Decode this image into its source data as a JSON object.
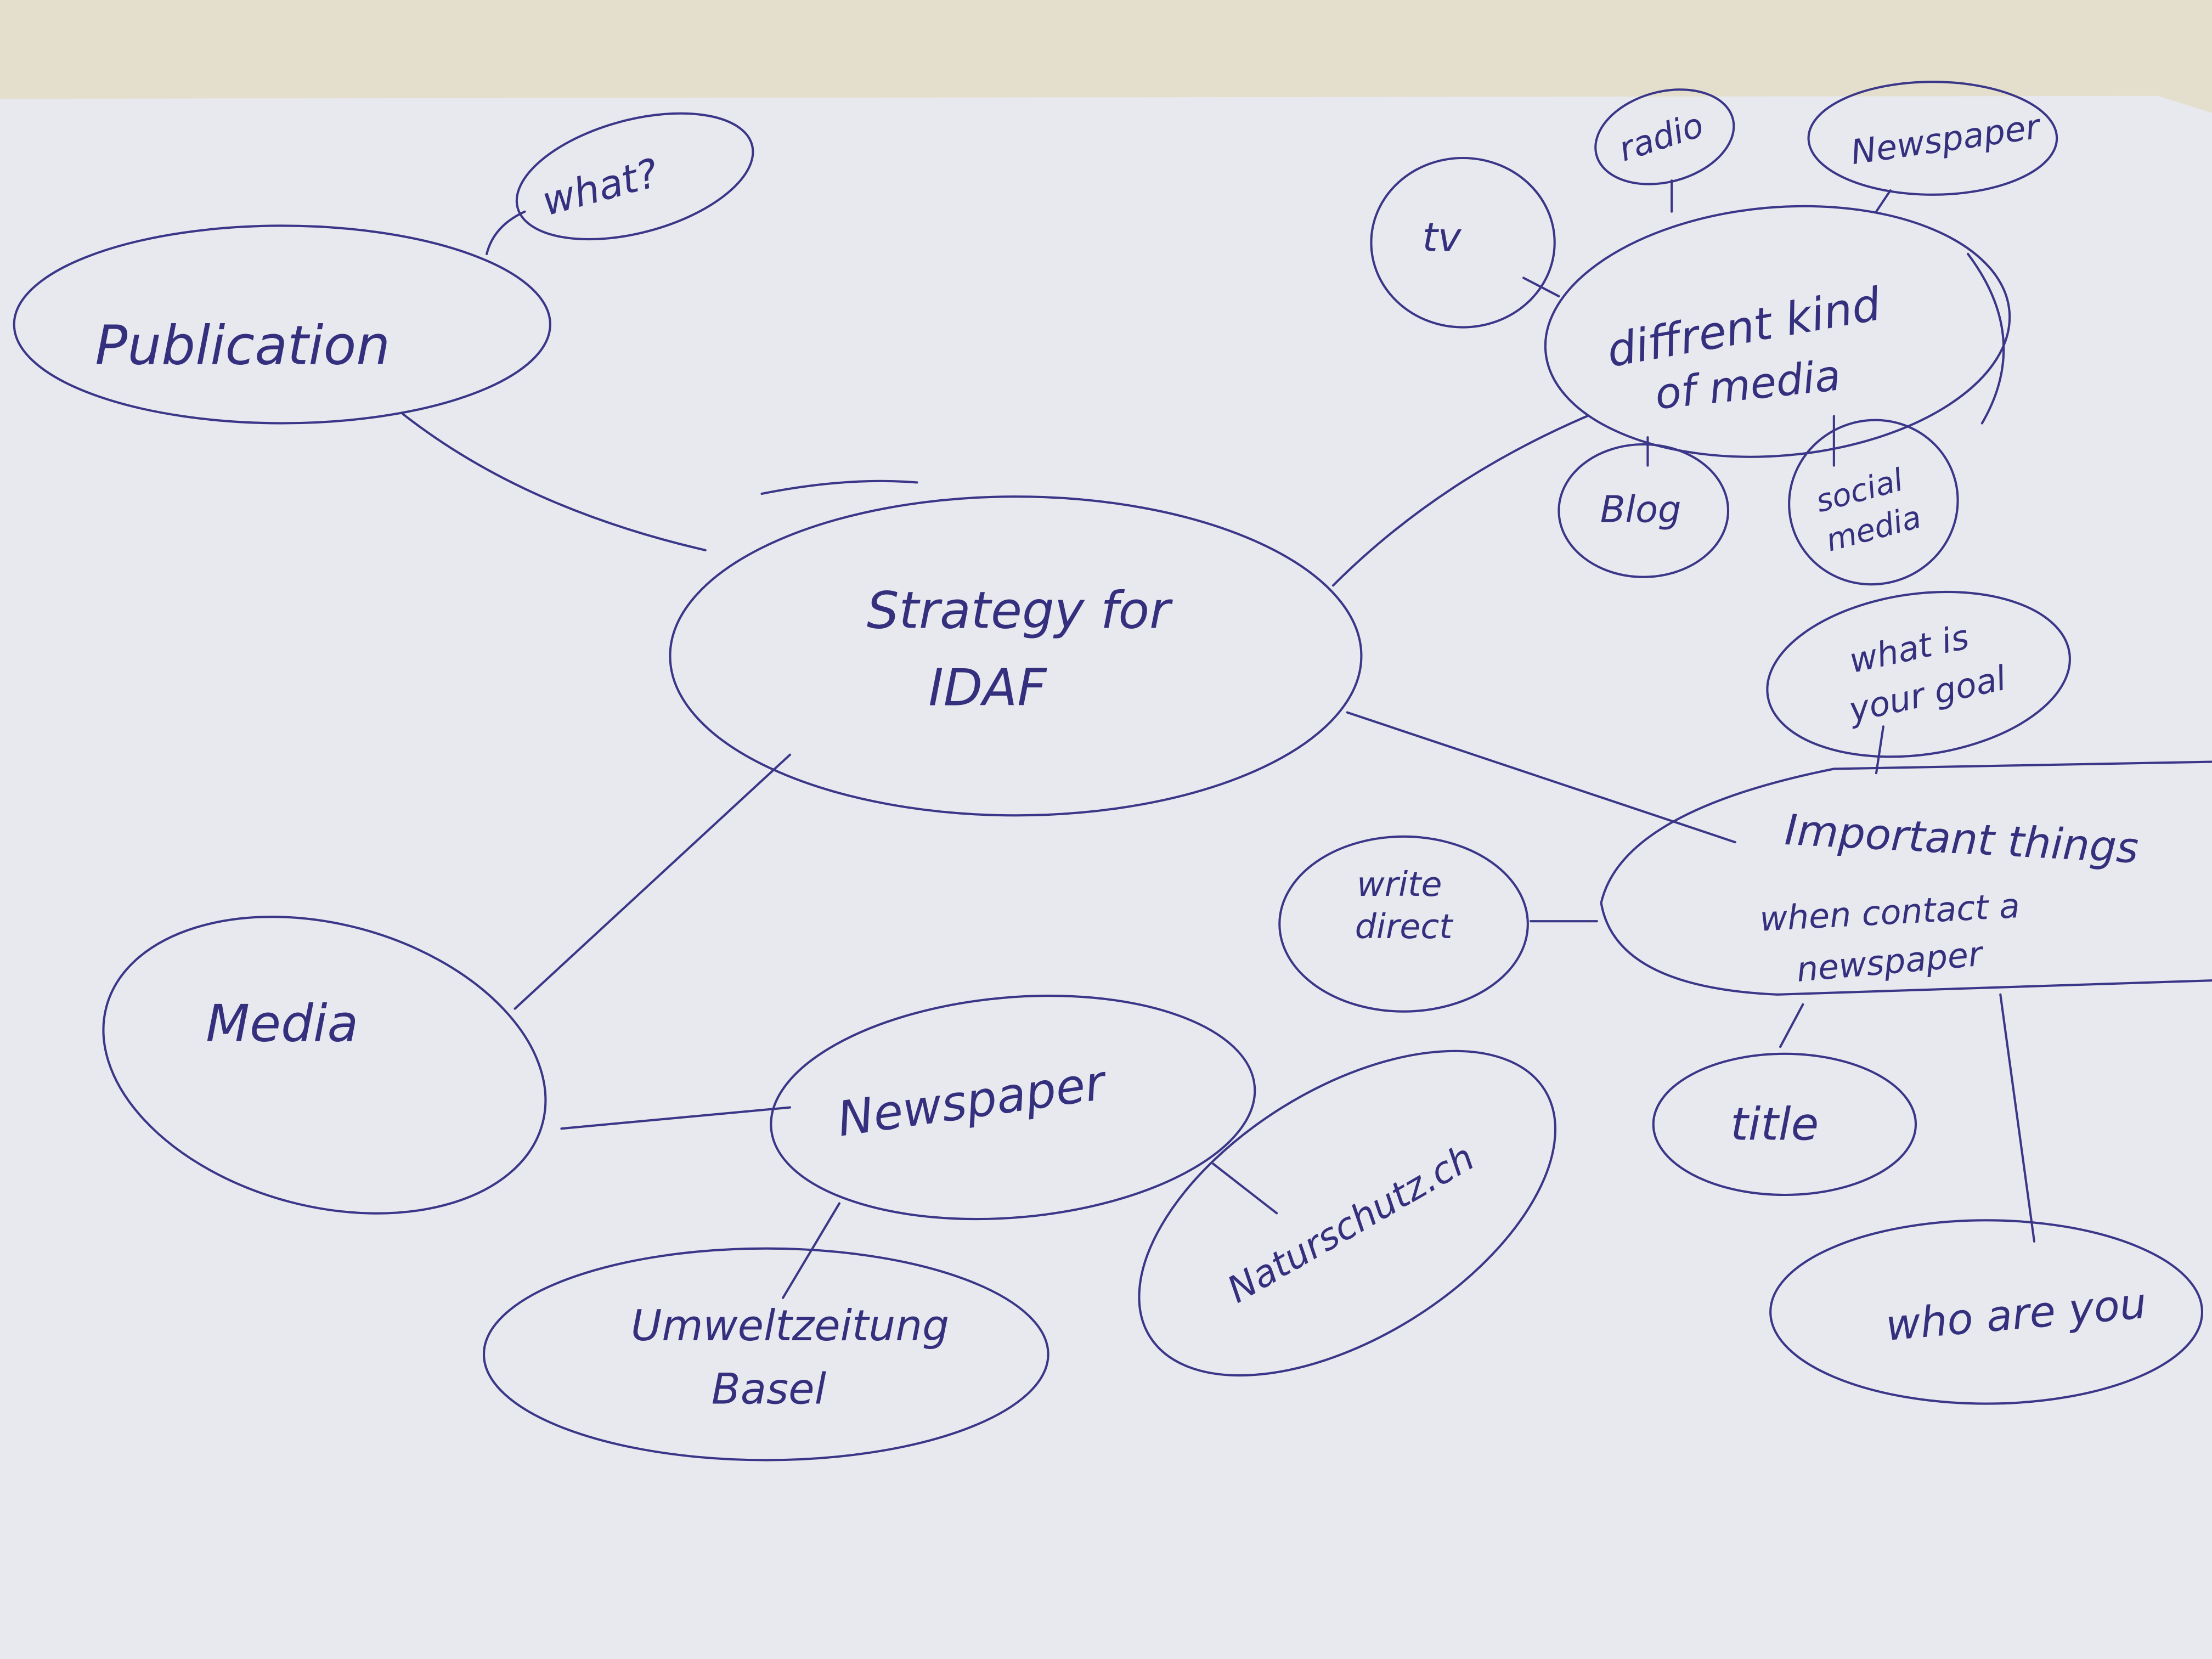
{
  "title": "Strategy for IDAF mind map",
  "ink_color": "#3b3788",
  "center": {
    "line1": "Strategy for",
    "line2": "IDAF"
  },
  "nodes": {
    "publication": "Publication",
    "what": "what?",
    "media": "Media",
    "newspaper": "Newspaper",
    "umwelt_line1": "Umweltzeitung",
    "umwelt_line2": "Basel",
    "naturschutz": "Naturschutz.ch",
    "kind_line1": "diffrent kind",
    "kind_line2": "of media",
    "tv": "tv",
    "radio": "radio",
    "newspaper_top": "Newspaper",
    "blog": "Blog",
    "social_line1": "social",
    "social_line2": "media",
    "goal_line1": "what is",
    "goal_line2": "your goal",
    "important_line1": "Important things",
    "important_line2": "when contact a",
    "important_line3": "newspaper",
    "write_line1": "write",
    "write_line2": "direct",
    "title": "title",
    "who": "who are you"
  }
}
